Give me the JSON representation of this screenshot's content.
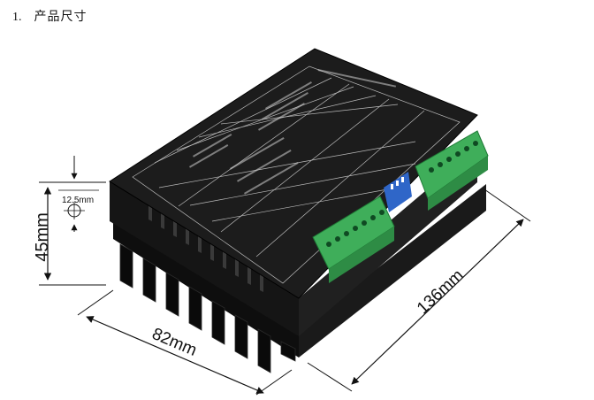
{
  "heading": {
    "number": "1.",
    "title": "产品尺寸"
  },
  "dimensions": {
    "height": "45mm",
    "width": "82mm",
    "length": "136mm",
    "hole_offset": "12.5mm"
  },
  "colors": {
    "housing": "#1c1c1c",
    "heatsink": "#141414",
    "panel_lines": "#d8d8d8",
    "terminal": "#3fae5a",
    "dip_switch": "#2f66c8",
    "dimension_line": "#111111"
  }
}
